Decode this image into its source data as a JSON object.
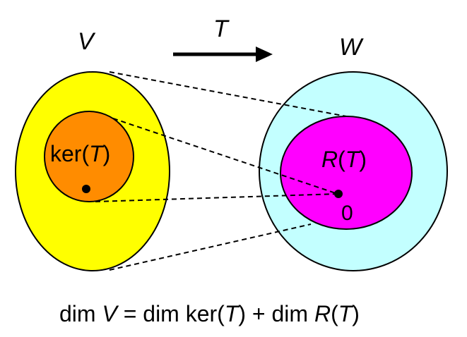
{
  "diagram": {
    "domain_label": "V",
    "codomain_label": "W",
    "map_label": "T",
    "kernel_label": {
      "prefix": "ker(",
      "var": "T",
      "suffix": ")"
    },
    "range_label": {
      "prefix": "R",
      "open": "(",
      "var": "T",
      "suffix": ")"
    },
    "zero_label": "0",
    "formula": {
      "p1": "dim ",
      "v": "V",
      "p2": " = dim ker(",
      "t1": "T",
      "p3": ") + dim ",
      "r": "R",
      "p4": "(",
      "t2": "T",
      "p5": ")"
    }
  },
  "colors": {
    "domain_fill": "#ffff00",
    "kernel_fill": "#ff8c00",
    "codomain_fill": "#c3ffff",
    "range_fill": "#ff00ff",
    "stroke": "#000000"
  }
}
